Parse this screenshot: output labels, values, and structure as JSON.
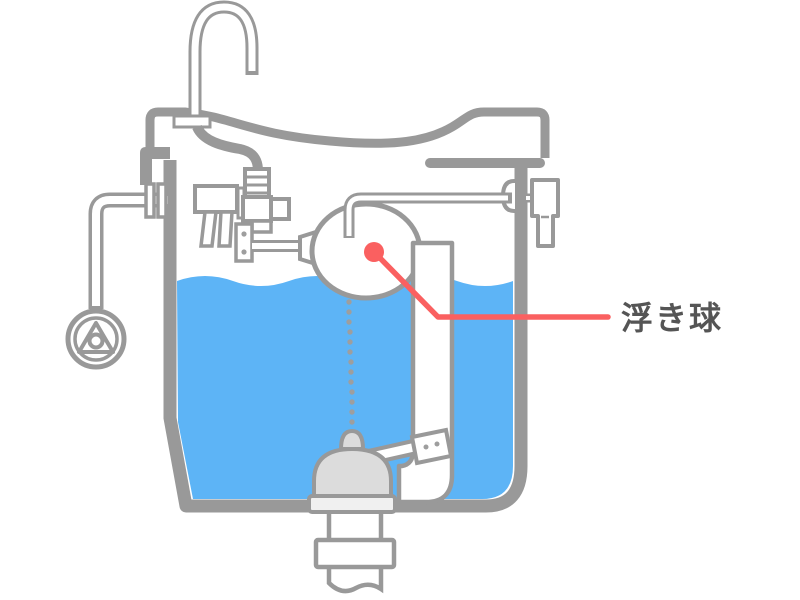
{
  "label": {
    "text": "浮き球"
  },
  "colors": {
    "outline": "#999999",
    "outline-soft": "#9e9e9e",
    "water": "#5db4f6",
    "accent": "#fa6060",
    "label": "#555555",
    "flapper": "#dcdcdc",
    "flapper-base": "#f0f0f0",
    "bg": "#ffffff"
  },
  "parts": [
    {
      "id": "tank-body",
      "name": "toilet tank"
    },
    {
      "id": "tank-lid",
      "name": "tank lid"
    },
    {
      "id": "hand-wash-faucet",
      "name": "hand-wash spout"
    },
    {
      "id": "water-supply-pipe",
      "name": "water supply pipe"
    },
    {
      "id": "shutoff-valve-wheel",
      "name": "shutoff valve wheel"
    },
    {
      "id": "fill-valve",
      "name": "fill valve (ballcock)"
    },
    {
      "id": "float-arm",
      "name": "float arm"
    },
    {
      "id": "float-ball",
      "name": "float ball (labeled)"
    },
    {
      "id": "overflow-pipe",
      "name": "overflow pipe"
    },
    {
      "id": "flapper-chain",
      "name": "chain"
    },
    {
      "id": "flush-flapper",
      "name": "flush valve flapper"
    },
    {
      "id": "flush-handle",
      "name": "flush handle"
    },
    {
      "id": "outlet-pipe",
      "name": "outlet pipe"
    },
    {
      "id": "water",
      "name": "tank water"
    }
  ]
}
